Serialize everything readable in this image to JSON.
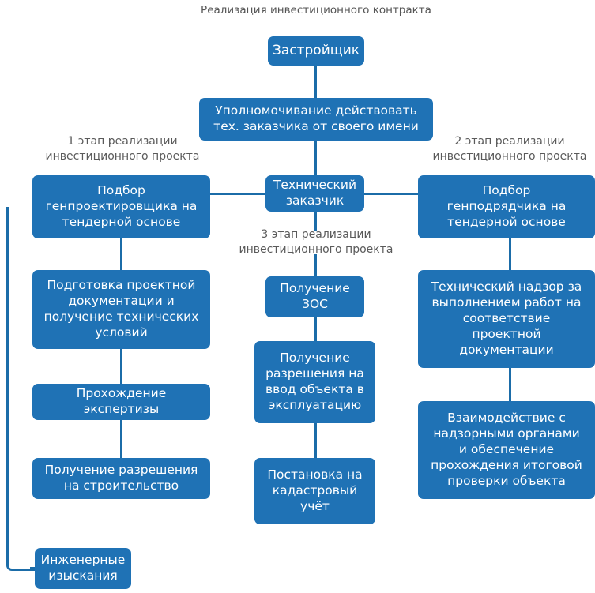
{
  "diagram": {
    "title": "Реализация инвестиционного контракта",
    "theme": {
      "node_fill": "#1f72b5",
      "node_text": "#ffffff",
      "connector": "#1b6ca8",
      "label_text": "#5a5a5a",
      "background": "#ffffff"
    },
    "stage_labels": {
      "stage1": "1 этап реализации\nинвестиционного проекта",
      "stage2": "2 этап реализации\nинвестиционного проекта",
      "stage3": "3 этап реализации\nинвестиционного проекта"
    },
    "nodes": {
      "developer": "Застройщик",
      "authorization": "Уполномочивание действовать\nтех. заказчика от своего имени",
      "technical_customer": "Технический\nзаказчик",
      "general_designer_tender": "Подбор\nгенпроектировщика на\nтендерной основе",
      "general_contractor_tender": "Подбор\nгенподрядчика  на\nтендерной основе",
      "design_docs": "Подготовка проектной\nдокументации и\nполучение технических\nусловий",
      "expertise": "Прохождение\nэкспертизы",
      "build_permit": "Получение разрешения\nна строительство",
      "engineering_survey": "Инженерные\nизыскания",
      "zos": "Получение\nЗОС",
      "commission_permit": "Получение\nразрешения на\nввод объекта в\nэксплуатацию",
      "cadastral": "Постановка на\nкадастровый\nучёт",
      "technical_supervision": "Технический надзор за\nвыполнением работ на\nсоответствие\nпроектной\nдокументации",
      "authority_interaction": "Взаимодействие с\nнадзорными органами\nи обеспечение\nпрохождения итоговой\nпроверки объекта"
    }
  }
}
